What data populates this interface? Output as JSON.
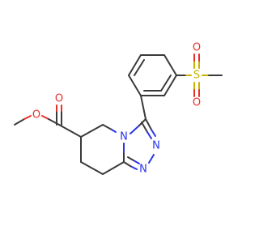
{
  "colors": {
    "carbon_bond": "#3a3a3a",
    "oxygen": "#e8302a",
    "nitrogen": "#2a35e8",
    "sulfur": "#c8b400",
    "background": "#ffffff"
  },
  "atoms": {
    "o_ester_single": "O",
    "o_ester_double": "O",
    "n4": "N",
    "n2": "N",
    "n1": "N",
    "s": "S",
    "o_sulfonyl_1": "O",
    "o_sulfonyl_2": "O"
  }
}
